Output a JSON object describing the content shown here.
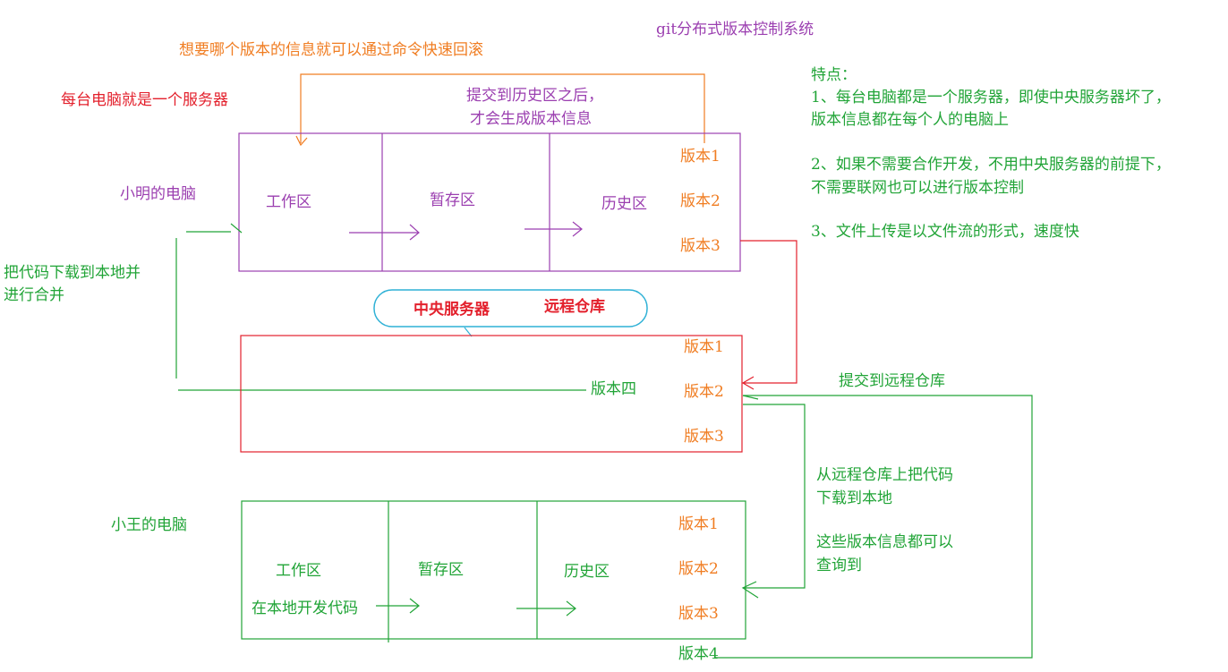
{
  "title": "git分布式版本控制系统",
  "top_note": "想要哪个版本的信息就可以通过命令快速回滚",
  "every_pc_note": "每台电脑就是一个服务器",
  "commit_note_line1": "提交到历史区之后，",
  "commit_note_line2": "才会生成版本信息",
  "xiaoming": {
    "label": "小明的电脑",
    "work": "工作区",
    "stage": "暂存区",
    "history": "历史区",
    "versions": [
      "版本1",
      "版本2",
      "版本3"
    ]
  },
  "download_merge_line1": "把代码下载到本地并",
  "download_merge_line2": "进行合并",
  "central": {
    "server": "中央服务器",
    "repo": "远程仓库",
    "versions": [
      "版本1",
      "版本2",
      "版本3"
    ],
    "version4": "版本四"
  },
  "push_note": "提交到远程仓库",
  "pull_note_line1": "从远程仓库上把代码",
  "pull_note_line2": "下载到本地",
  "query_note_line1": "这些版本信息都可以",
  "query_note_line2": "查询到",
  "xiaowang": {
    "label": "小王的电脑",
    "work": "工作区",
    "stage": "暂存区",
    "history": "历史区",
    "dev_note": "在本地开发代码",
    "versions": [
      "版本1",
      "版本2",
      "版本3"
    ],
    "version4": "版本4"
  },
  "features": {
    "heading": "特点：",
    "item1_line1": "1、每台电脑都是一个服务器，即使中央服务器坏了，",
    "item1_line2": "版本信息都在每个人的电脑上",
    "item2_line1": "2、如果不需要合作开发，不用中央服务器的前提下，",
    "item2_line2": "不需要联网也可以进行版本控制",
    "item3": "3、文件上传是以文件流的形式，速度快"
  },
  "colors": {
    "purple": "#9b3fb0",
    "orange": "#f07d22",
    "red": "#e3202c",
    "green": "#21a437",
    "cyan": "#2fb1d6"
  }
}
